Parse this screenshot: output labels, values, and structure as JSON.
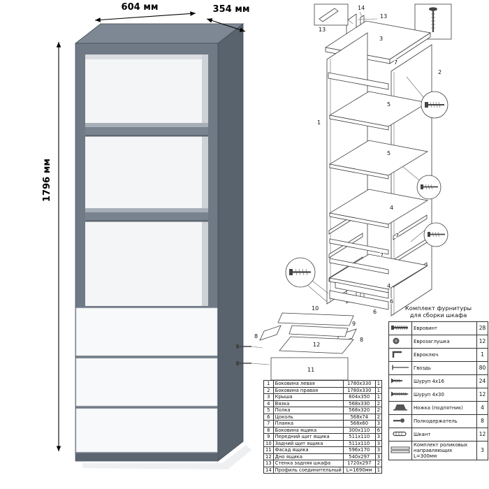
{
  "dimensions": {
    "width_label": "604 мм",
    "depth_label": "354 мм",
    "height_label": "1796 мм"
  },
  "colors": {
    "cabinet_top": "#7d8894",
    "cabinet_front": "#6f7a86",
    "cabinet_side": "#59636d",
    "cabinet_interior": "#f4f5f6",
    "drawer_front": "#f8f9fa",
    "line": "#3c3c3c"
  },
  "diagram": {
    "labels": [
      "14",
      "13",
      "13",
      "3",
      "7",
      "2",
      "1",
      "5",
      "5",
      "4",
      "7",
      "7",
      "4",
      "6",
      "6"
    ],
    "drawer_labels": [
      "10",
      "8",
      "9",
      "8",
      "12",
      "11"
    ]
  },
  "parts": {
    "rows": [
      {
        "num": "1",
        "name": "Боковина левая",
        "size": "1780x330",
        "qty": "1"
      },
      {
        "num": "2",
        "name": "Боковина правая",
        "size": "1780x330",
        "qty": "1"
      },
      {
        "num": "3",
        "name": "Крыша",
        "size": "604x350",
        "qty": "1"
      },
      {
        "num": "4",
        "name": "Вязка",
        "size": "568x330",
        "qty": "2"
      },
      {
        "num": "5",
        "name": "Полка",
        "size": "568x320",
        "qty": "2"
      },
      {
        "num": "6",
        "name": "Цоколь",
        "size": "568x74",
        "qty": "2"
      },
      {
        "num": "7",
        "name": "Планка",
        "size": "568x60",
        "qty": "3"
      },
      {
        "num": "8",
        "name": "Боковина ящика",
        "size": "300x110",
        "qty": "6"
      },
      {
        "num": "9",
        "name": "Передний щит ящика",
        "size": "511x110",
        "qty": "3"
      },
      {
        "num": "10",
        "name": "Задний щит ящика",
        "size": "511x110",
        "qty": "3"
      },
      {
        "num": "11",
        "name": "Фасад ящика",
        "size": "596x170",
        "qty": "3"
      },
      {
        "num": "12",
        "name": "Дно ящика",
        "size": "540x297",
        "qty": "3"
      },
      {
        "num": "13",
        "name": "Стенка задняя шкафа",
        "size": "1720x297",
        "qty": "2"
      },
      {
        "num": "14",
        "name": "Профиль соединительный",
        "size": "L=1690мм",
        "qty": "1"
      }
    ]
  },
  "hardware": {
    "title_line1": "Комплект фурнитуры",
    "title_line2": "для сборки шкафа",
    "rows": [
      {
        "name": "Евровинт",
        "qty": "28"
      },
      {
        "name": "Еврозаглушка",
        "qty": "12"
      },
      {
        "name": "Евроключ",
        "qty": "1"
      },
      {
        "name": "Гвоздь",
        "qty": "80"
      },
      {
        "name": "Шуруп 4x16",
        "qty": "24"
      },
      {
        "name": "Шуруп 4x30",
        "qty": "12"
      },
      {
        "name": "Ножка (подпятник)",
        "qty": "4"
      },
      {
        "name": "Полкодержатель",
        "qty": "8"
      },
      {
        "name": "Шкант",
        "qty": "12"
      },
      {
        "name": "Комплект роликовых направляющих L=300мм",
        "qty": "3"
      }
    ]
  }
}
